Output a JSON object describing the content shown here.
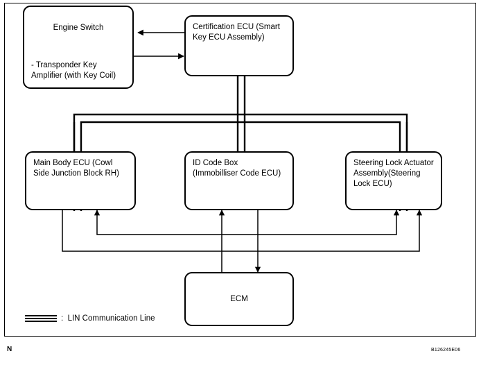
{
  "diagram": {
    "reference_code": "B126245E06",
    "corner_mark": "N",
    "nodes": {
      "engine_switch": {
        "title": "Engine Switch",
        "detail": "- Transponder Key\nAmplifier (with Key Coil)"
      },
      "certification_ecu": {
        "label": "Certification ECU (Smart\nKey ECU Assembly)"
      },
      "main_body_ecu": {
        "label": "Main Body ECU (Cowl\nSide Junction Block RH)"
      },
      "id_code_box": {
        "label": "ID Code Box\n(Immobilliser Code ECU)"
      },
      "steering_lock_actuator": {
        "label": "Steering Lock Actuator\nAssembly(Steering\nLock ECU)"
      },
      "ecm": {
        "label": "ECM"
      }
    },
    "legend": {
      "symbol_name": "lin-bus-triple-line",
      "separator": ":",
      "text": "LIN Communication Line"
    },
    "colors": {
      "line": "#000000",
      "background": "#ffffff"
    }
  }
}
